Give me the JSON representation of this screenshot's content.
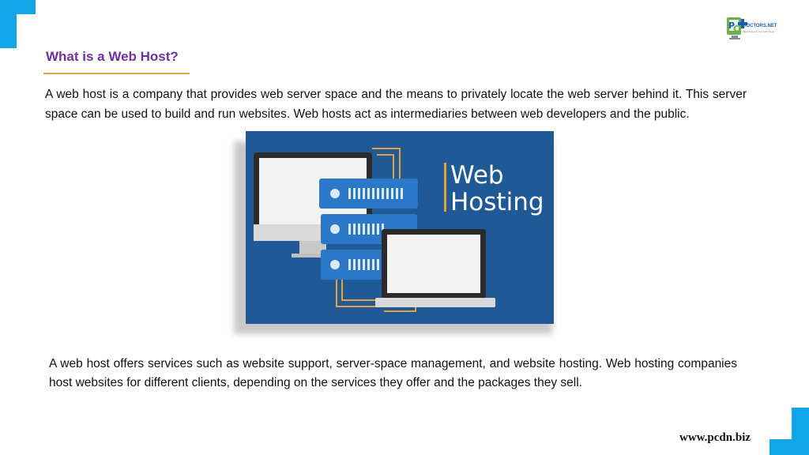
{
  "title": "What is a Web Host?",
  "paragraph1": "A web host is a company that provides web server space and the means to privately locate the web server behind it. This server space can be used to build and run websites. Web hosts act as intermediaries between web developers and the public.",
  "paragraph2": "A web host offers services such as website support, server-space management, and website hosting. Web hosting companies host websites for different clients, depending on the services they offer and the packages they sell.",
  "hero": {
    "line1": "Web",
    "line2": "Hosting"
  },
  "logo": {
    "text": "DOCTORS.NET",
    "subtext": "Ideas beyond your technology"
  },
  "footer_url": "www.pcdn.biz",
  "colors": {
    "accent_blue": "#12a6e8",
    "title_purple": "#7030a0",
    "rule_orange": "#e3a24f",
    "hero_bg": "#1f5a97"
  }
}
